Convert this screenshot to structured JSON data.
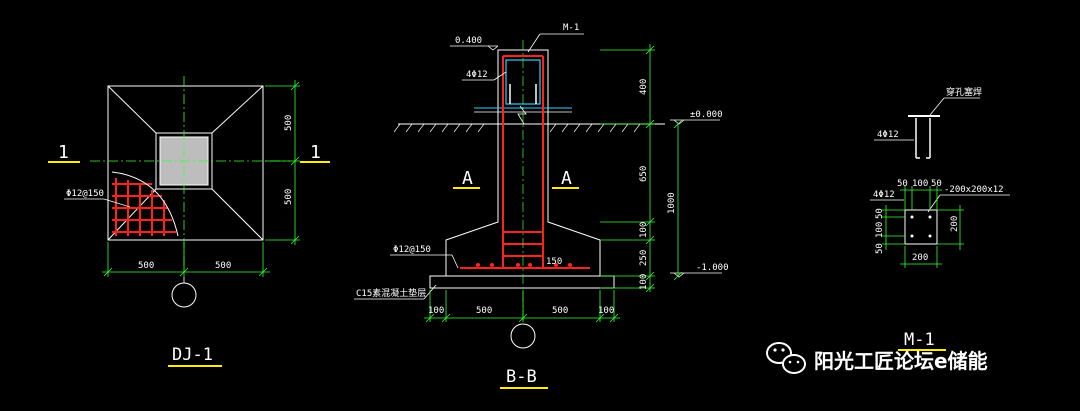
{
  "colors": {
    "background": "#000000",
    "outline": "#ffffff",
    "dimension": "#33ff33",
    "rebar": "#ff2020",
    "axis": "#33ff33",
    "label_underline": "#ffee00",
    "stirrup": "#33ccff"
  },
  "dj1": {
    "title": "DJ-1",
    "section_mark_left": "1",
    "section_mark_right": "1",
    "rebar_label": "Φ12@150",
    "dim_right_top": "500",
    "dim_right_bottom": "500",
    "dim_bottom_left": "500",
    "dim_bottom_right": "500"
  },
  "bb": {
    "title": "B-B",
    "top_elev": "0.400",
    "plate_label": "M-1",
    "bar_label": "4Φ12",
    "ground_elev": "±0.000",
    "bottom_elev": "-1.000",
    "section_a_left": "A",
    "section_a_right": "A",
    "rebar_label": "Φ12@150",
    "bottom_bar_dim": "150",
    "cushion_label": "C15素混凝土垫层",
    "dim_400": "400",
    "dim_650": "650",
    "dim_100a": "100",
    "dim_250": "250",
    "dim_100b": "100",
    "dim_1000": "1000",
    "dim_bottom": [
      "100",
      "500",
      "500",
      "100"
    ]
  },
  "m1": {
    "title": "M-1",
    "weld_label": "穿孔塞焊",
    "bar_label": "4Φ12",
    "plate_size": "-200x200x12",
    "top_dims": [
      "50",
      "100",
      "50"
    ],
    "left_dims": [
      "50",
      "100",
      "50"
    ],
    "right_dim": "200",
    "bottom_dim": "200"
  },
  "watermark": {
    "text": "阳光工匠论坛e储能",
    "icon": "wechat-icon"
  }
}
